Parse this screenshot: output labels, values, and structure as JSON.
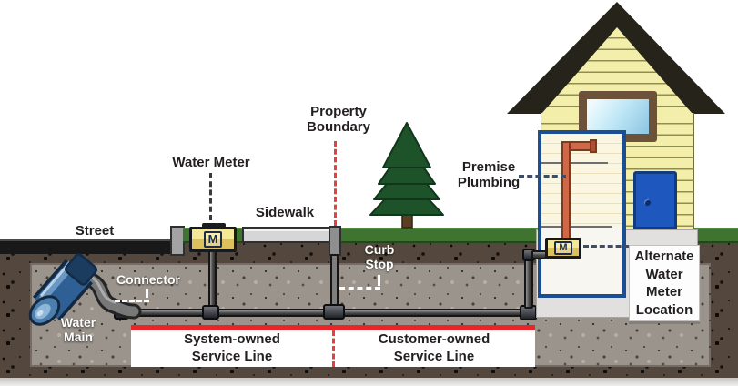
{
  "labels": {
    "street": "Street",
    "water_meter": "Water Meter",
    "sidewalk": "Sidewalk",
    "property_boundary": "Property\nBoundary",
    "curb_stop": "Curb\nStop",
    "connector": "Connector",
    "water_main": "Water\nMain",
    "premise_plumbing": "Premise\nPlumbing",
    "alternate_water_meter_location": "Alternate\nWater\nMeter\nLocation",
    "system_owned_service_line": "System-owned\nService Line",
    "customer_owned_service_line": "Customer-owned\nService Line",
    "meter_m": "M"
  },
  "colors": {
    "boundary_red": "#e8252b",
    "leader_red": "#e4403e",
    "grass_green": "#3e7430",
    "house_siding_yellow": "#f4eeab",
    "door_blue": "#1e57bd",
    "cutaway_border_blue": "#1c4e94",
    "premise_pipe_orange": "#d06848",
    "water_main_blue": "#2e5f95",
    "meter_yellow": "#e8d06a",
    "pipe_gray": "#4a4a4a"
  }
}
